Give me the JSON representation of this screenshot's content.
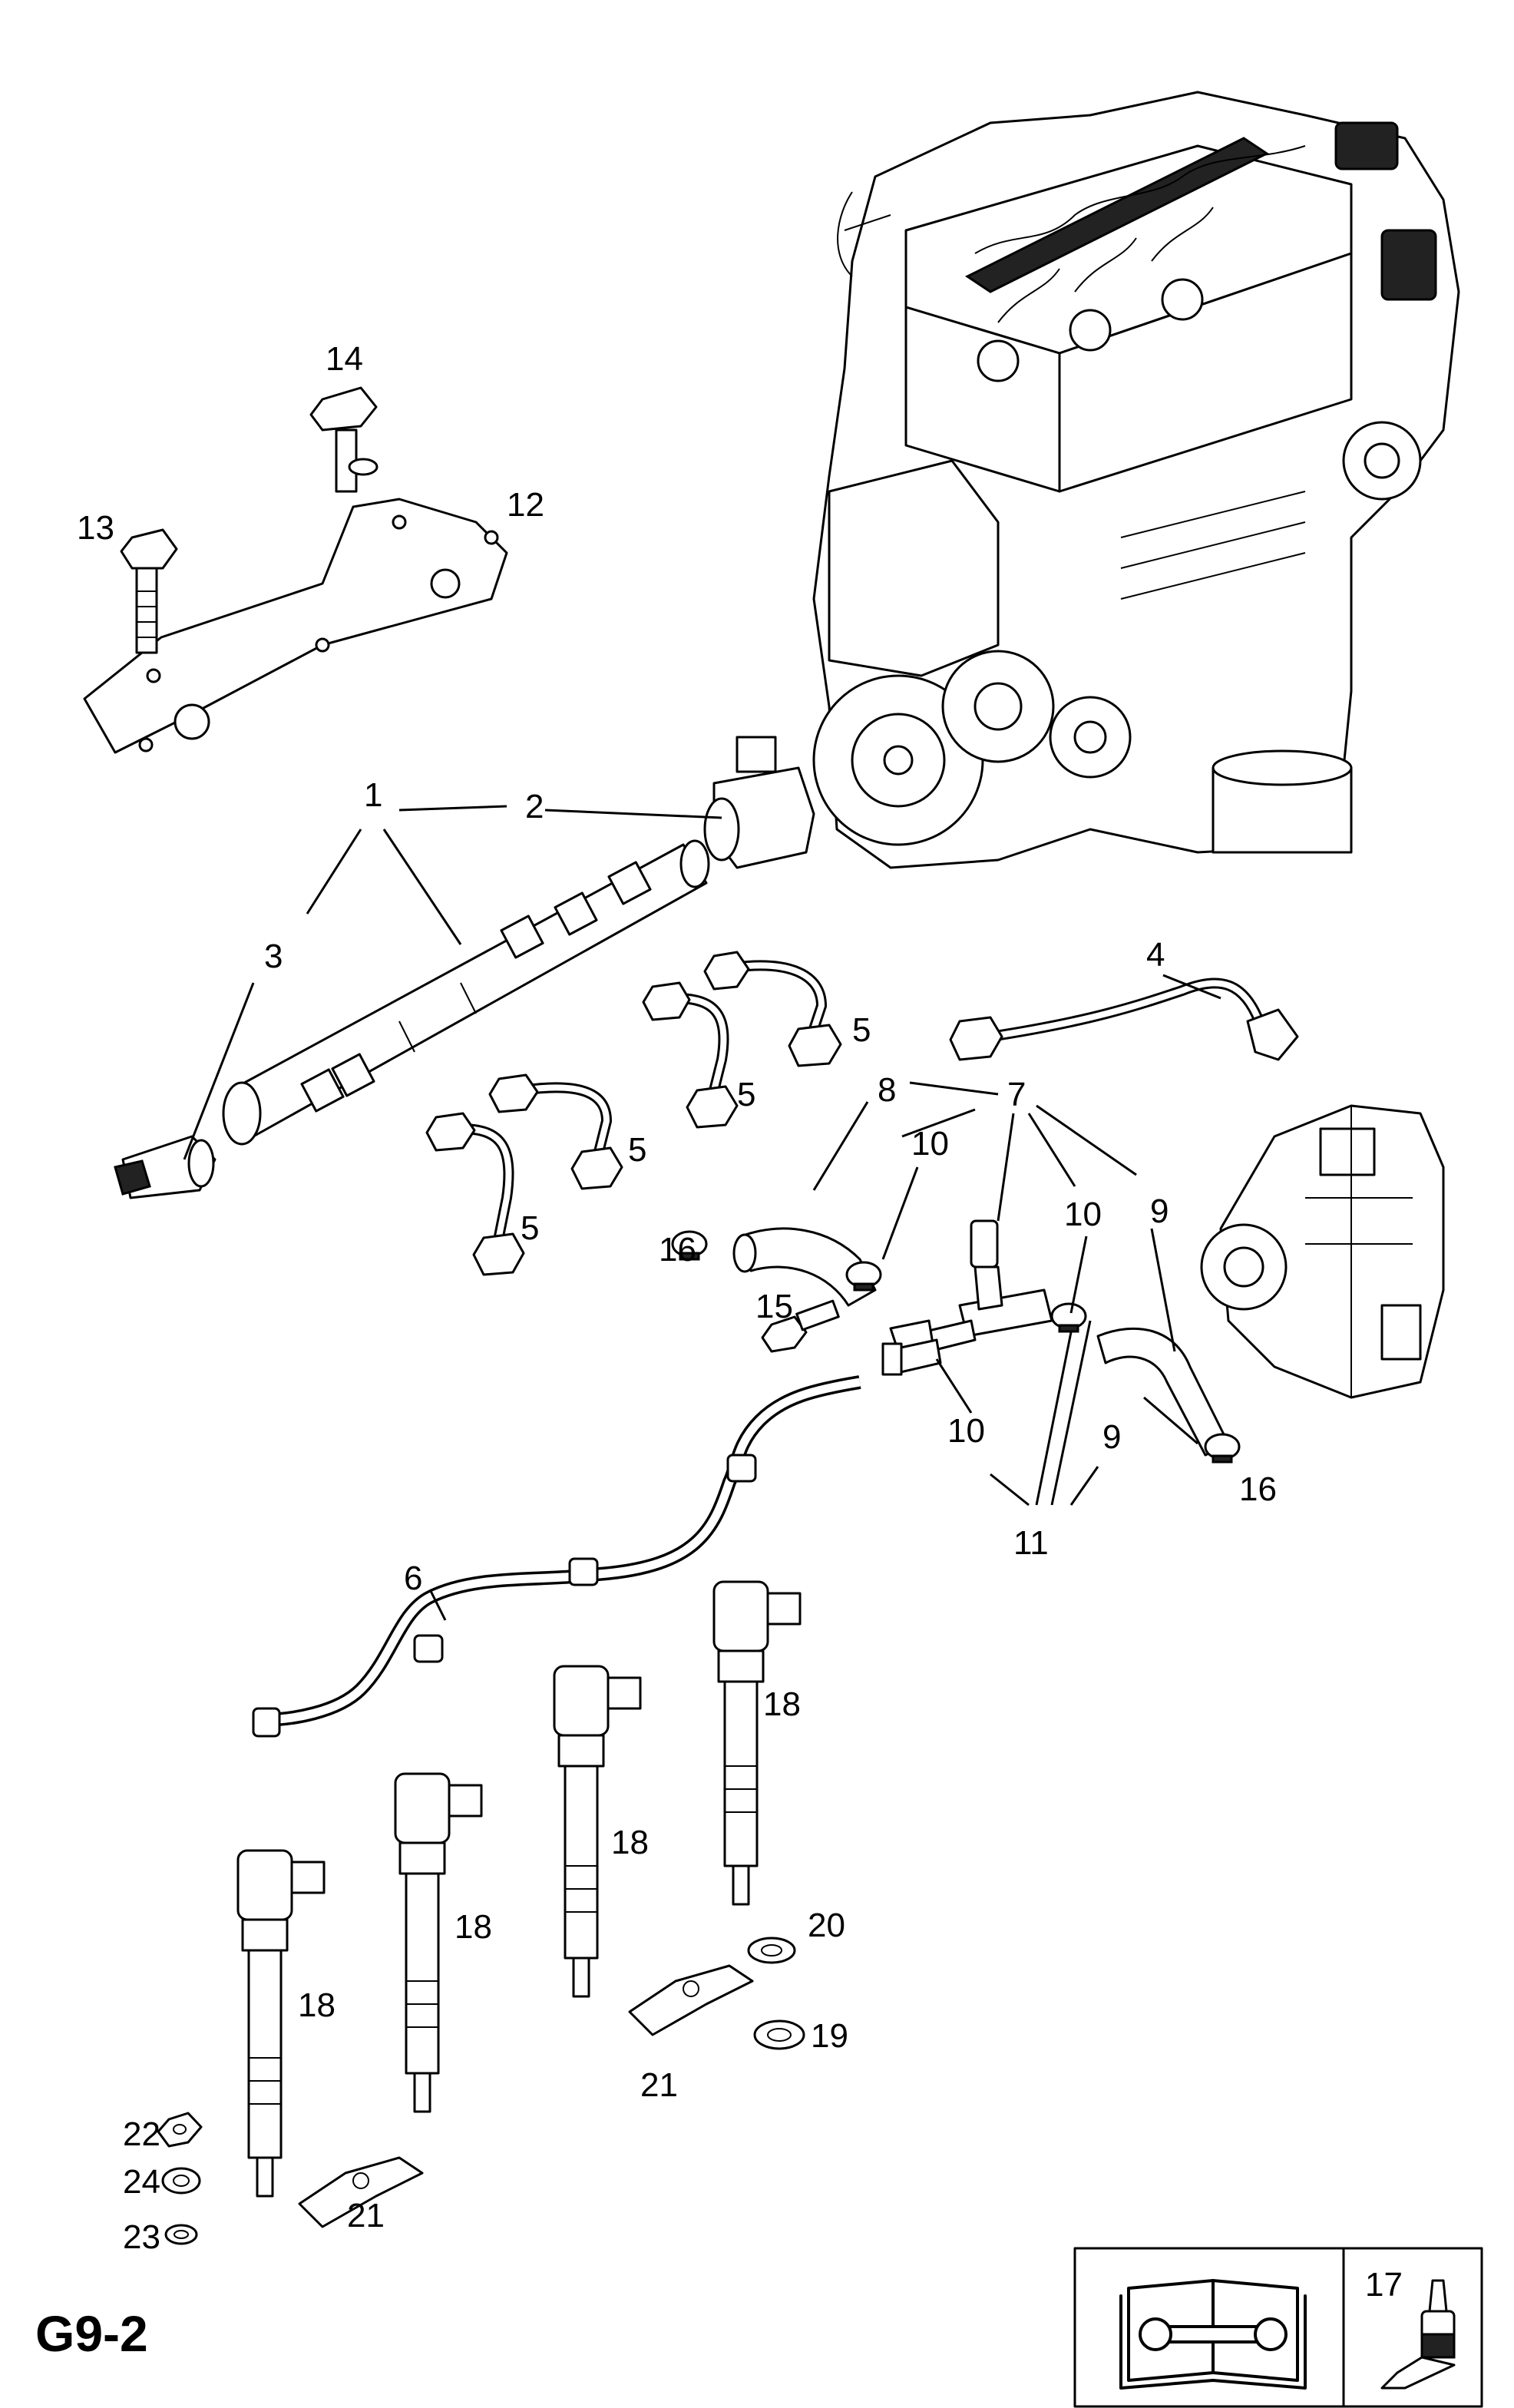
{
  "diagram": {
    "page_code": "G9-2",
    "callouts": [
      {
        "id": "c1",
        "label": "1"
      },
      {
        "id": "c2",
        "label": "2"
      },
      {
        "id": "c3",
        "label": "3"
      },
      {
        "id": "c4",
        "label": "4"
      },
      {
        "id": "c5a",
        "label": "5"
      },
      {
        "id": "c5b",
        "label": "5"
      },
      {
        "id": "c5c",
        "label": "5"
      },
      {
        "id": "c5d",
        "label": "5"
      },
      {
        "id": "c6",
        "label": "6"
      },
      {
        "id": "c7",
        "label": "7"
      },
      {
        "id": "c8",
        "label": "8"
      },
      {
        "id": "c9a",
        "label": "9"
      },
      {
        "id": "c9b",
        "label": "9"
      },
      {
        "id": "c10a",
        "label": "10"
      },
      {
        "id": "c10b",
        "label": "10"
      },
      {
        "id": "c10c",
        "label": "10"
      },
      {
        "id": "c11",
        "label": "11"
      },
      {
        "id": "c12",
        "label": "12"
      },
      {
        "id": "c13",
        "label": "13"
      },
      {
        "id": "c14",
        "label": "14"
      },
      {
        "id": "c15",
        "label": "15"
      },
      {
        "id": "c16a",
        "label": "16"
      },
      {
        "id": "c16b",
        "label": "16"
      },
      {
        "id": "c17",
        "label": "17"
      },
      {
        "id": "c18a",
        "label": "18"
      },
      {
        "id": "c18b",
        "label": "18"
      },
      {
        "id": "c18c",
        "label": "18"
      },
      {
        "id": "c18d",
        "label": "18"
      },
      {
        "id": "c19",
        "label": "19"
      },
      {
        "id": "c20",
        "label": "20"
      },
      {
        "id": "c21a",
        "label": "21"
      },
      {
        "id": "c21b",
        "label": "21"
      },
      {
        "id": "c22",
        "label": "22"
      },
      {
        "id": "c23",
        "label": "23"
      },
      {
        "id": "c24",
        "label": "24"
      }
    ],
    "legend_box": {
      "icons": [
        "manual-wrench-icon",
        "sealant-tube-icon"
      ],
      "item_label": "17"
    }
  }
}
